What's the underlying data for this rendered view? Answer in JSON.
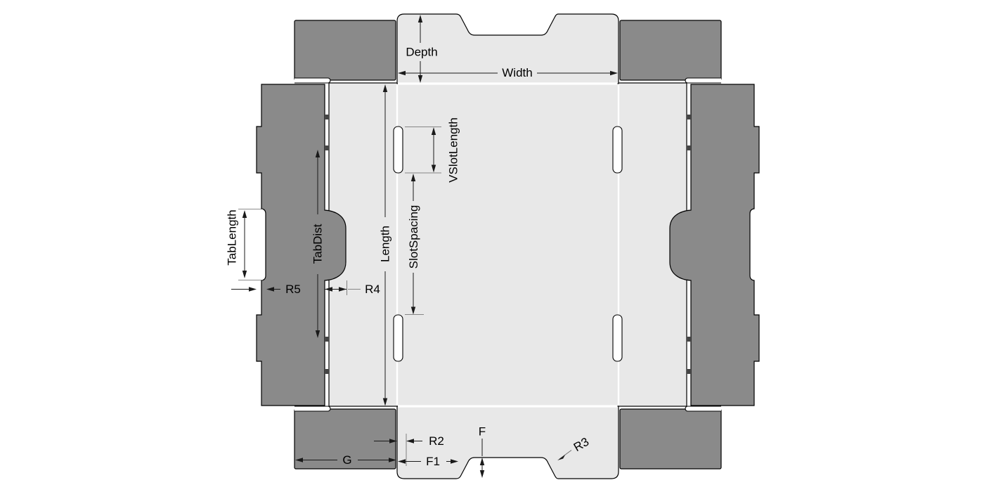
{
  "diagram": {
    "kind": "box-dieline-drawing",
    "colors": {
      "background": "#ffffff",
      "panel_light": "#e8e8e8",
      "panel_dark": "#8a8a8a",
      "outline": "#000000",
      "dimension_line": "#1a1a1a"
    },
    "dimension_labels": {
      "depth": "Depth",
      "width": "Width",
      "vslotlength": "VSlotLength",
      "slotspacing": "SlotSpacing",
      "length": "Length",
      "tabdist": "TabDist",
      "tablength": "TabLength",
      "r5": "R5",
      "r4": "R4",
      "r2": "R2",
      "f": "F",
      "f1": "F1",
      "g": "G",
      "r3": "R3"
    }
  }
}
